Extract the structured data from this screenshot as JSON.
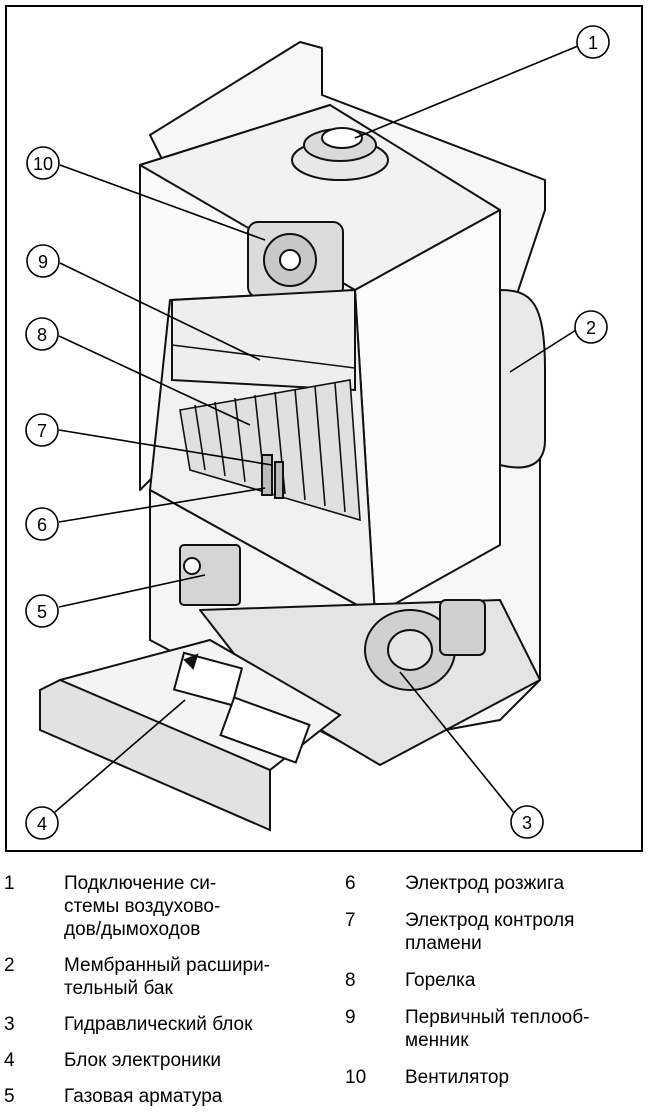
{
  "callouts": [
    {
      "label": "1"
    },
    {
      "label": "2"
    },
    {
      "label": "3"
    },
    {
      "label": "4"
    },
    {
      "label": "5"
    },
    {
      "label": "6"
    },
    {
      "label": "7"
    },
    {
      "label": "8"
    },
    {
      "label": "9"
    },
    {
      "label": "10"
    }
  ],
  "legend": {
    "left": [
      {
        "num": "1",
        "text_lines": [
          "Подключение си-",
          "стемы воздухово-",
          "дов/дымоходов"
        ]
      },
      {
        "num": "2",
        "text_lines": [
          "Мембранный расшири-",
          "тельный бак"
        ]
      },
      {
        "num": "3",
        "text_lines": [
          "Гидравлический блок"
        ]
      },
      {
        "num": "4",
        "text_lines": [
          "Блок электроники"
        ]
      },
      {
        "num": "5",
        "text_lines": [
          "Газовая арматура"
        ]
      }
    ],
    "right": [
      {
        "num": "6",
        "text_lines": [
          "Электрод розжига"
        ]
      },
      {
        "num": "7",
        "text_lines": [
          "Электрод контроля",
          "пламени"
        ]
      },
      {
        "num": "8",
        "text_lines": [
          "Горелка"
        ]
      },
      {
        "num": "9",
        "text_lines": [
          "Первичный теплооб-",
          "менник"
        ]
      },
      {
        "num": "10",
        "text_lines": [
          "Вентилятор"
        ]
      }
    ]
  }
}
